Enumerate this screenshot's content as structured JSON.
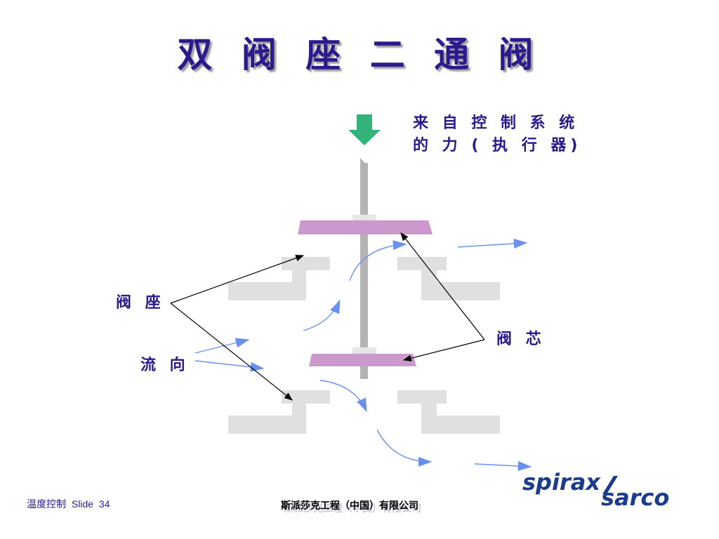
{
  "title": "双 阀 座 二 通 阀",
  "labels": {
    "force": "来 自 控 制 系 统\n的 力 ( 执 行 器)",
    "seat": "阀 座",
    "plug": "阀 芯",
    "flow": "流 向"
  },
  "footer": {
    "section": "温度控制",
    "slide_word": "Slide",
    "slide_number": "34",
    "company": "斯派莎克工程（中国）有限公司"
  },
  "logo": {
    "line1": "spirax",
    "line2": "sarco"
  },
  "colors": {
    "title": "#2a1a8c",
    "plug": "#cc99cc",
    "body": "#e0e0e0",
    "stem": "#b3b3b3",
    "flow_arrow": "#6a90ee",
    "force_arrow": "#33b37a"
  }
}
